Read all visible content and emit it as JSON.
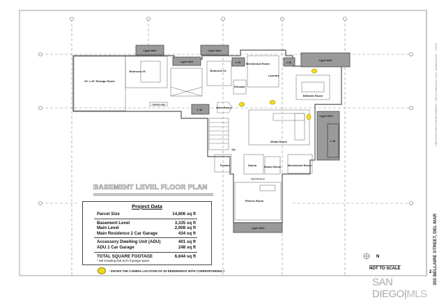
{
  "plan_title": "BASEMENT LEVEL FLOOR PLAN",
  "rooms": {
    "light_well": "Light Well",
    "lw": "L.W.",
    "storage": "20' x 20' Storage Room",
    "bedroom5": "Bedroom #5",
    "bedroom4": "Bedroom #4",
    "mechanical": "Mechanical Room",
    "laundry": "Laundry",
    "elevator": "Elevator",
    "wine": "Wine Room",
    "billiards": "Billiards Room",
    "media": "Media Room",
    "sauna": "Sauna",
    "steam": "Steam Room",
    "powder": "Powder",
    "fitness": "Fitness Room",
    "up": "Up",
    "steam_fan": "Steam Pkt Room",
    "reading": "Reading Ledge"
  },
  "project_data": {
    "title": "Project Data",
    "parcel": {
      "label": "Parcel Size",
      "value": "14,806 sq ft"
    },
    "group1": [
      {
        "label": "Basement Level",
        "value": "3,335 sq ft"
      },
      {
        "label": "Main Level",
        "value": "2,908 sq ft"
      },
      {
        "label": "Main Residence 2 Car Garage",
        "value": "434 sq ft"
      }
    ],
    "group2": [
      {
        "label": "Accessory Dwelling Unit (ADU)",
        "value": "401 sq ft"
      },
      {
        "label": "ADU 1 Car Garage",
        "value": "248 sq ft"
      }
    ],
    "total": {
      "label": "TOTAL SQUARE FOOTAGE",
      "value": "6,644 sq ft"
    },
    "note": "* Not including 649 sq ft of garage space"
  },
  "legend": "- SHOWS THE CAMERA LOCATION OF 3D RENDERINGS WITH CORRESPONDING #",
  "north_label": "N",
  "not_to_scale": "NOT TO SCALE",
  "sheet_number": "2",
  "address": "355 BELLAIRE STREET, DEL MAR",
  "developer_text": "HERITAGE WEST DEVELOPMENT :: 236 N Cedros Ave, #201, Solana Beach :: 7/26/21",
  "watermark": {
    "a": "SAN DIEGO",
    "b": "MLS"
  },
  "colors": {
    "camera": "#f2dc17",
    "light_well": "#9a9a9a"
  }
}
